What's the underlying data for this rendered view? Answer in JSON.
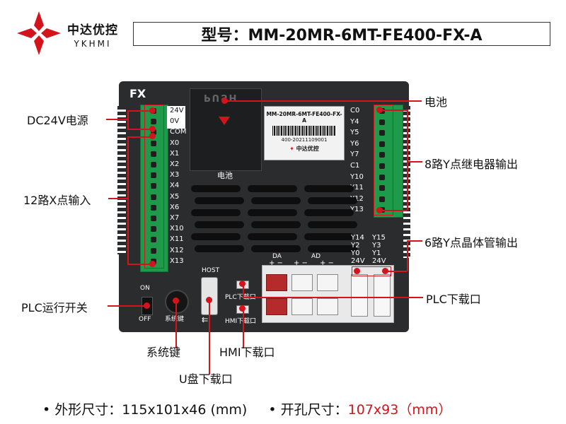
{
  "brand": {
    "name_cn": "中达优控",
    "name_en": "YKHMI"
  },
  "model": {
    "text": "型号：MM-20MR-6MT-FE400-FX-A"
  },
  "device": {
    "series_label": "FX",
    "left_terminals": [
      "24V",
      "0V",
      "COM",
      "X0",
      "X1",
      "X2",
      "X3",
      "X4",
      "X5",
      "X6",
      "X7",
      "X10",
      "X11",
      "X12",
      "X13"
    ],
    "right_terminals": [
      "C0",
      "Y4",
      "Y5",
      "Y6",
      "Y7",
      "C1",
      "Y10",
      "Y11",
      "Y12",
      "Y13"
    ],
    "battery_label": "电池",
    "battery_cover": "PUSH",
    "sticker": {
      "model": "MM-20MR-6MT-FE400-FX-A",
      "serial": "400-20211109001",
      "logo": "中达优控"
    },
    "run_switch": {
      "on": "ON",
      "off": "OFF"
    },
    "system_key": "系统键",
    "host": "HOST",
    "plc_port": "PLC下载口",
    "hmi_port": "HMI下载口",
    "analog": {
      "da": "DA",
      "ad": "AD",
      "pm1": "+ −",
      "pm2": "+ −",
      "pm3": "+ −"
    },
    "tr_col1": [
      "Y14",
      "Y2",
      "Y0",
      "24V"
    ],
    "tr_col2": [
      "Y15",
      "Y3",
      "Y1",
      "24V"
    ]
  },
  "callouts": {
    "dc24v": "DC24V电源",
    "inputs": "12路X点输入",
    "run_switch": "PLC运行开关",
    "battery": "电池",
    "relay_out": "8路Y点继电器输出",
    "transistor_out": "6路Y点晶体管输出",
    "plc_download": "PLC下载口",
    "system_key": "系统键",
    "hmi_download": "HMI下载口",
    "usb_download": "U盘下载口"
  },
  "footer": {
    "dims_label": "• 外形尺寸：115x101x46 (mm)",
    "cutout_label": "• 开孔尺寸：",
    "cutout_value": "107x93（mm）"
  },
  "colors": {
    "accent_red": "#d4141c",
    "terminal_green": "#1f9a4a",
    "device_body": "#2b2c2e"
  }
}
